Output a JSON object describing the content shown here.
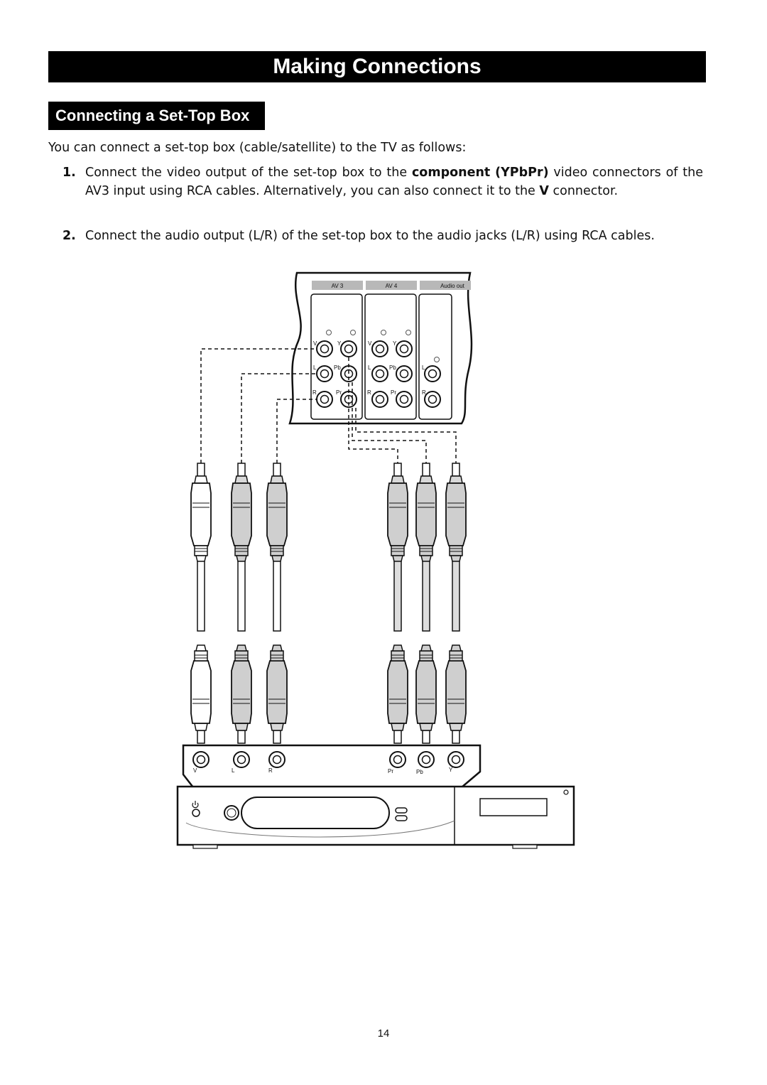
{
  "header": {
    "title": "Making Connections"
  },
  "section": {
    "title": "Connecting a Set-Top Box"
  },
  "intro": "You can connect a set-top box (cable/satellite) to the TV as follows:",
  "steps": [
    {
      "num": "1.",
      "t1": "Connect the video output of the set-top box to the ",
      "b1": "component",
      "t2": " ",
      "b2": "(YPbPr)",
      "t3": " video connectors of the AV3 input using RCA cables. Alternatively, you can also connect it to the ",
      "b3": "V",
      "t4": " connector."
    },
    {
      "num": "2.",
      "text": "Connect the audio output (L/R) of the set-top box to the audio jacks (L/R) using RCA cables."
    }
  ],
  "diagram": {
    "tv_panel": {
      "tabs": [
        "AV 3",
        "AV 4",
        "Audio out"
      ],
      "av3_labels": [
        "V",
        "Y",
        "L",
        "Pb",
        "R",
        "Pr"
      ],
      "av4_labels": [
        "V",
        "Y",
        "L",
        "Pb",
        "R",
        "Pr"
      ],
      "audio_out_labels": [
        "L",
        "R"
      ]
    },
    "settop_box": {
      "jack_labels": [
        "V",
        "L",
        "R",
        "Pr",
        "Pb",
        "Y"
      ]
    }
  },
  "footer": {
    "page_number": "14"
  }
}
